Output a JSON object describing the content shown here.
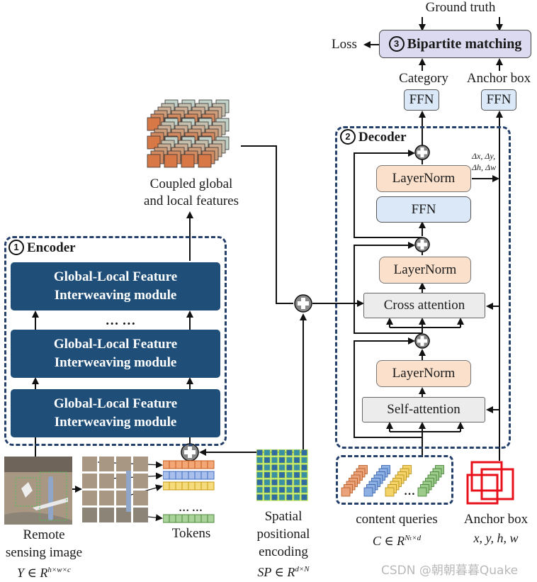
{
  "top": {
    "ground_truth": "Ground truth",
    "loss": "Loss",
    "bipartite": {
      "number": "3",
      "label": "Bipartite matching"
    },
    "category": "Category",
    "anchor_box": "Anchor box",
    "ffn_left": "FFN",
    "ffn_right": "FFN"
  },
  "decoder": {
    "number": "2",
    "title": "Decoder",
    "layernorm_top": "LayerNorm",
    "ffn": "FFN",
    "delta_line1": "Δx, Δy,",
    "delta_line2": "Δh, Δw",
    "layernorm_mid": "LayerNorm",
    "cross_attention": "Cross attention",
    "layernorm_bottom": "LayerNorm",
    "self_attention": "Self-attention"
  },
  "encoder": {
    "number": "1",
    "title": "Encoder",
    "blocks": [
      {
        "line1": "Global-Local Feature",
        "line2": "Interweaving module"
      },
      {
        "line1": "Global-Local Feature",
        "line2": "Interweaving module"
      },
      {
        "line1": "Global-Local Feature",
        "line2": "Interweaving module"
      }
    ],
    "ellipsis": "… …"
  },
  "features": {
    "line1": "Coupled global",
    "line2": "and local features"
  },
  "inputs": {
    "remote_line1": "Remote",
    "remote_line2": "sensing image",
    "remote_math": "Y ∈ R",
    "remote_sup": "h×w×c",
    "tokens": "Tokens",
    "tokens_ellipsis": "… …",
    "spatial_line1": "Spatial",
    "spatial_line2": "positional",
    "spatial_line3": "encoding",
    "spatial_math": "SP ∈ R",
    "spatial_sup": "d×N",
    "queries_label": "content queries",
    "queries_math": "C ∈ R",
    "queries_sup": "Nₜ×d",
    "queries_ellipsis": "…",
    "anchor_label": "Anchor box",
    "anchor_math": "x, y, h, w"
  },
  "watermark": "CSDN @朝朝暮暮Quake",
  "colors": {
    "encoder_block": "#1f4e79",
    "dashed_border": "#24406b",
    "layernorm": "#fbe0cc",
    "ffn": "#dbe8f8",
    "attention": "#ececec",
    "bipartite": "#dcdaf0",
    "anchor_red": "#e8101a"
  }
}
